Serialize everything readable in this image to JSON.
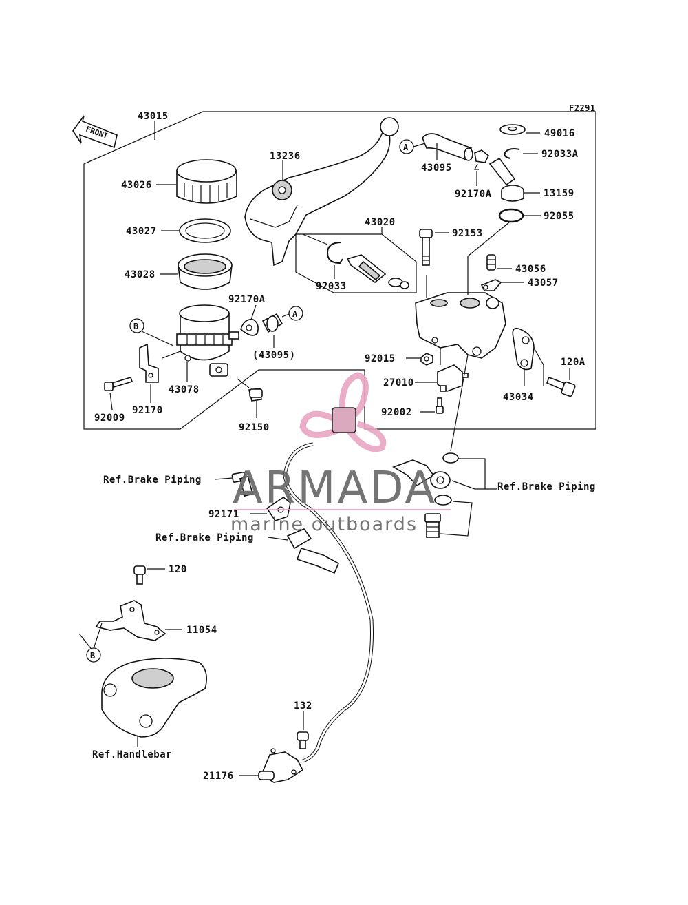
{
  "figure_code": "F2291",
  "front_label": "FRONT",
  "callout_letters": {
    "a": "A",
    "b": "B"
  },
  "part_labels": {
    "p43015": "43015",
    "p43026": "43026",
    "p43027": "43027",
    "p43028": "43028",
    "p13236": "13236",
    "p43020": "43020",
    "p92033": "92033",
    "p92170A_left": "92170A",
    "p43095_paren": "(43095)",
    "p43078": "43078",
    "p92170": "92170",
    "p92009": "92009",
    "p92150": "92150",
    "p43095": "43095",
    "p92170A_right": "92170A",
    "p49016": "49016",
    "p92033A": "92033A",
    "p13159": "13159",
    "p92055": "92055",
    "p92153": "92153",
    "p43056": "43056",
    "p43057": "43057",
    "p92015": "92015",
    "p27010": "27010",
    "p92002": "92002",
    "p43034": "43034",
    "p120A": "120A",
    "p92171": "92171",
    "p120": "120",
    "p11054": "11054",
    "p132": "132",
    "p21176": "21176"
  },
  "reference_labels": {
    "brake_piping_left_upper": "Ref.Brake Piping",
    "brake_piping_left_lower": "Ref.Brake Piping",
    "brake_piping_right": "Ref.Brake Piping",
    "handlebar": "Ref.Handlebar"
  },
  "watermark": {
    "brand": "ARMADA",
    "tagline": "marine outboards",
    "logo_color": "#e8a6c4",
    "text_color": "#666666"
  }
}
